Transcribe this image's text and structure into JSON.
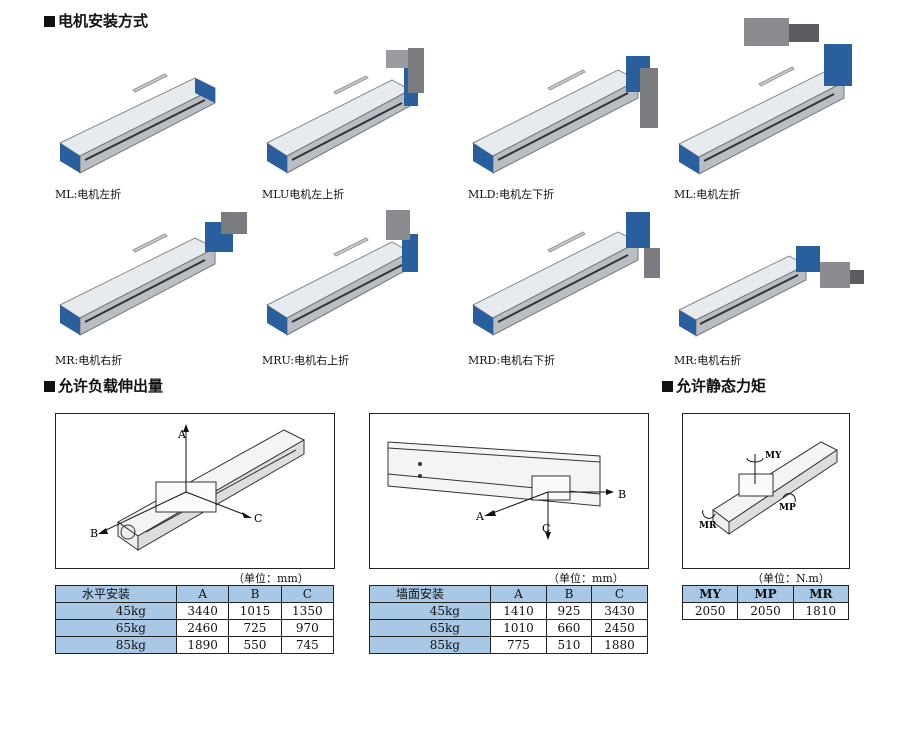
{
  "sections": {
    "mounting": "电机安装方式",
    "load": "允许负载伸出量",
    "moment": "允许静态力矩"
  },
  "mounting_options": [
    {
      "caption": "ML:电机左折"
    },
    {
      "caption": "MLU电机左上折"
    },
    {
      "caption": "MLD:电机左下折"
    },
    {
      "caption": "ML:电机左折"
    },
    {
      "caption": "MR:电机右折"
    },
    {
      "caption": "MRU:电机右上折"
    },
    {
      "caption": "MRD:电机右下折"
    },
    {
      "caption": "MR:电机右折"
    }
  ],
  "figures": {
    "horizontal": {
      "a": "A",
      "b": "B",
      "c": "C"
    },
    "wall": {
      "a": "A",
      "b": "B",
      "c": "C"
    },
    "moment": {
      "my": "MY",
      "mp": "MP",
      "mr": "MR"
    }
  },
  "horizontal_table": {
    "unit": "（单位：mm）",
    "headers": [
      "水平安装",
      "A",
      "B",
      "C"
    ],
    "rows": [
      [
        "45kg",
        "3440",
        "1015",
        "1350"
      ],
      [
        "65kg",
        "2460",
        "725",
        "970"
      ],
      [
        "85kg",
        "1890",
        "550",
        "745"
      ]
    ]
  },
  "wall_table": {
    "unit": "（单位：mm）",
    "headers": [
      "墙面安装",
      "A",
      "B",
      "C"
    ],
    "rows": [
      [
        "45kg",
        "1410",
        "925",
        "3430"
      ],
      [
        "65kg",
        "1010",
        "660",
        "2450"
      ],
      [
        "85kg",
        "775",
        "510",
        "1880"
      ]
    ]
  },
  "moment_table": {
    "unit": "（单位：N.m）",
    "headers": [
      "MY",
      "MP",
      "MR"
    ],
    "rows": [
      [
        "2050",
        "2050",
        "1810"
      ]
    ]
  },
  "colors": {
    "accent_blue": "#2a5f9e",
    "table_header": "#a9c8e6",
    "rail_gray": "#c8ccd0",
    "motor_gray": "#7a7c80"
  }
}
